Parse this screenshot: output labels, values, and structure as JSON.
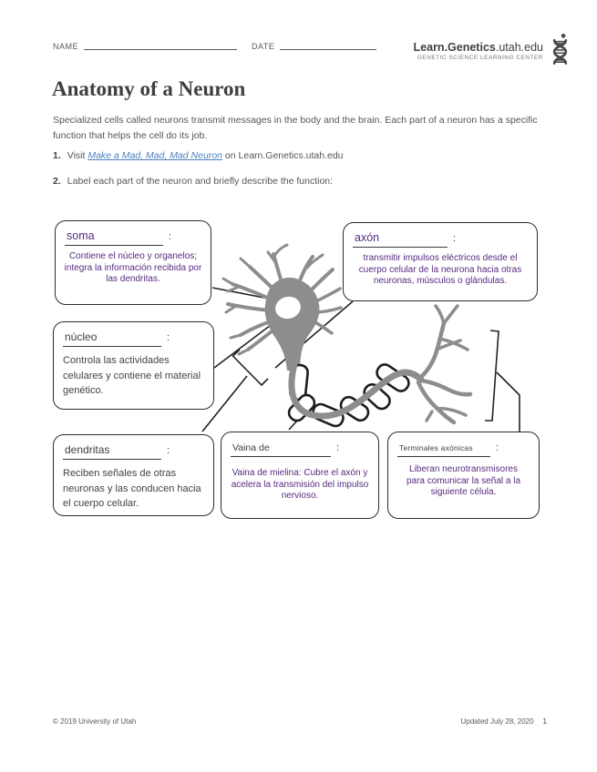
{
  "header": {
    "name_label": "NAME",
    "date_label": "DATE",
    "logo_bold": "Learn.Genetics",
    "logo_rest": ".utah.edu",
    "logo_subtitle": "GENETIC SCIENCE LEARNING CENTER",
    "logo_icon": "dna-helix-icon"
  },
  "title": "Anatomy of a Neuron",
  "intro": "Specialized cells called neurons transmit messages in the body and the brain. Each part of a neuron has a specific function that helps the cell do its job.",
  "steps": [
    {
      "num": "1.",
      "pre": "Visit ",
      "link": "Make a Mad, Mad, Mad Neuron",
      "post": " on Learn.Genetics.utah.edu"
    },
    {
      "num": "2.",
      "text": "Label each part of the neuron and briefly describe the function:"
    }
  ],
  "punct": {
    "colon": ":"
  },
  "boxes": {
    "soma": {
      "label": "soma",
      "answer": "Contiene el núcleo y organelos; integra la información recibida por las dendritas."
    },
    "axon": {
      "label": "axón",
      "answer": "transmitir impulsos eléctricos desde el cuerpo celular de la neurona hacia otras neuronas, músculos o glándulas."
    },
    "nucleo": {
      "label": "núcleo",
      "answer": "Controla las actividades celulares y contiene el material genético."
    },
    "dendritas": {
      "label": "dendritas",
      "answer": "Reciben señales de otras neuronas y las conducen hacia el cuerpo celular."
    },
    "vaina": {
      "label": "Vaina de",
      "answer": "Vaina de mielina: Cubre el axón y acelera la transmisión del impulso nervioso."
    },
    "terminales": {
      "label": "Terminales axónicas",
      "answer": "Liberan neurotransmisores para comunicar la señal a la siguiente célula."
    }
  },
  "footer": {
    "copyright": "© 2019 University of Utah",
    "updated": "Updated July 28, 2020",
    "page_number": "1"
  },
  "colors": {
    "answer_purple": "#562b80",
    "link_blue": "#4f81bd",
    "neuron_gray": "#8d8d8d",
    "line_black": "#222222"
  }
}
